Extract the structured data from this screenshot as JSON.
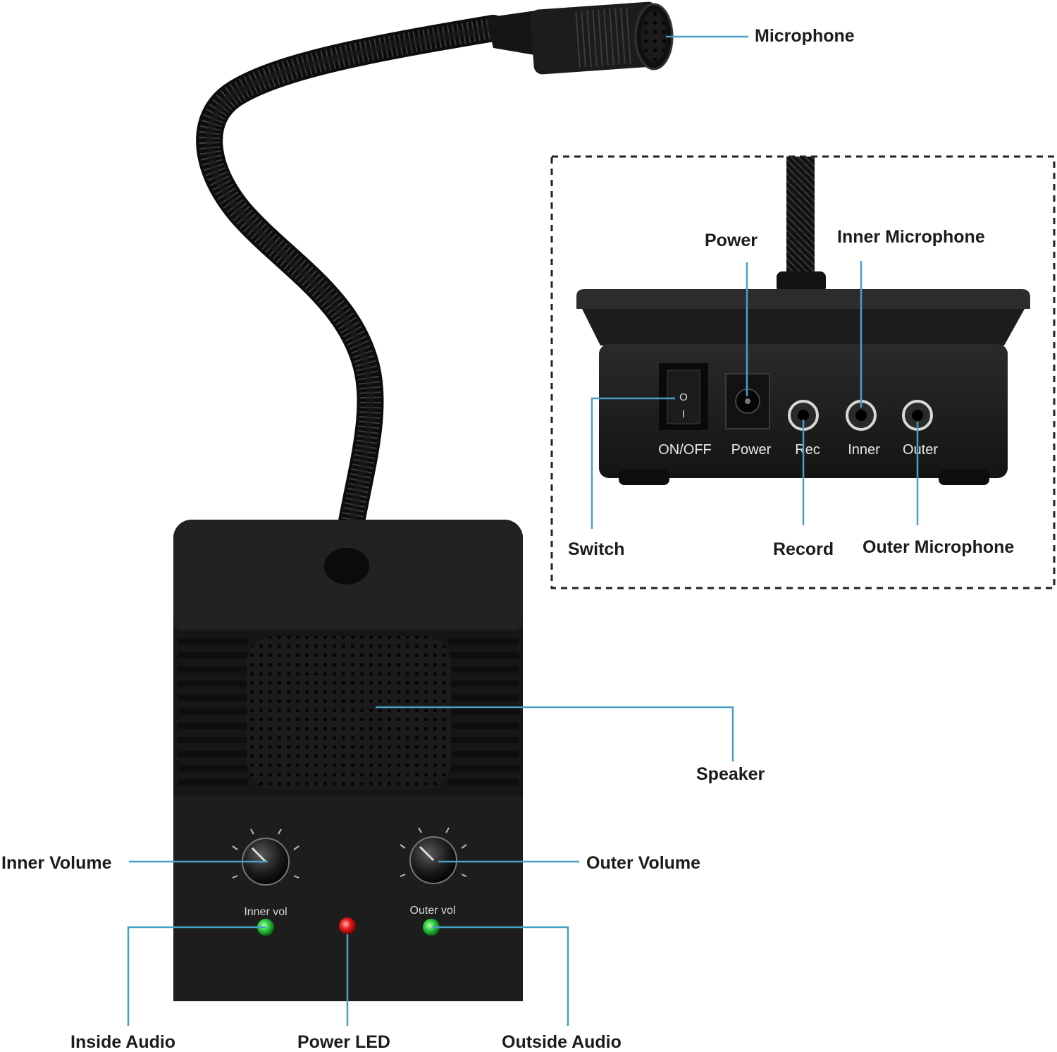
{
  "main_unit": {
    "callouts": {
      "microphone": "Microphone",
      "speaker": "Speaker",
      "inner_volume": "Inner Volume",
      "outer_volume": "Outer Volume",
      "inside_audio": "Inside Audio",
      "power_led": "Power LED",
      "outside_audio": "Outside Audio"
    },
    "knob_labels": {
      "inner": "Inner vol",
      "outer": "Outer vol"
    },
    "led_colors": {
      "inside_audio": "#2ecc40",
      "power": "#e8191b",
      "outside_audio": "#2ecc40"
    }
  },
  "rear_panel_inset": {
    "callouts": {
      "power": "Power",
      "inner_microphone": "Inner Microphone",
      "switch": "Switch",
      "record": "Record",
      "outer_microphone": "Outer Microphone"
    },
    "port_labels": {
      "on_off": "ON/OFF",
      "power": "Power",
      "rec": "Rec",
      "inner": "Inner",
      "outer": "Outer"
    },
    "switch_marks": {
      "off": "O",
      "on": "I"
    }
  },
  "colors": {
    "leader_line": "#4a9fc4",
    "device_body": "#1e1e1e",
    "background": "#ffffff"
  }
}
